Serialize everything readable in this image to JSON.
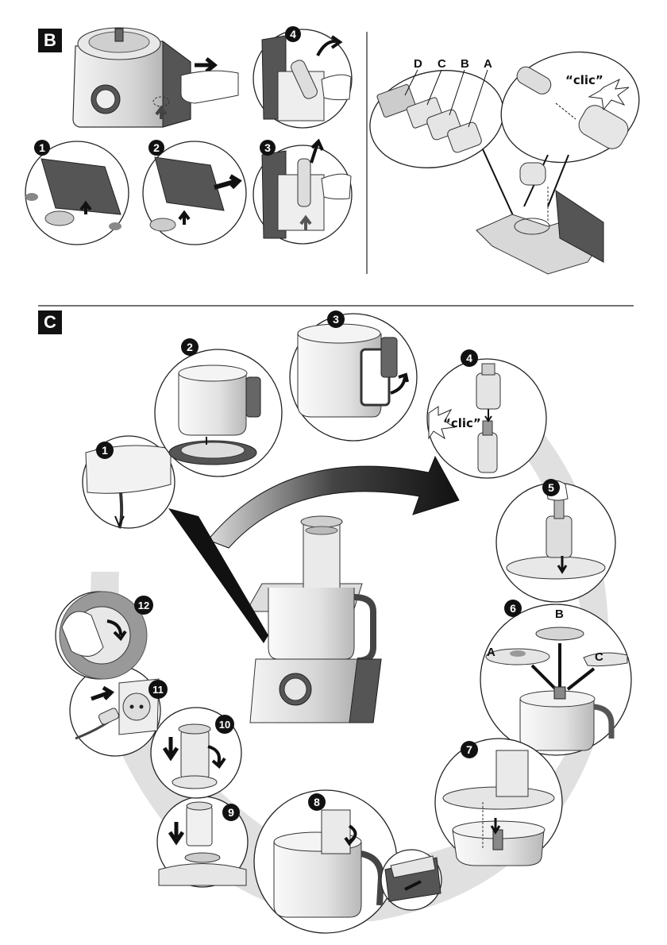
{
  "sections": {
    "b": {
      "label": "B"
    },
    "c": {
      "label": "C"
    }
  },
  "section_b": {
    "steps": [
      "1",
      "2",
      "3",
      "4"
    ],
    "blade_labels": [
      "D",
      "C",
      "B",
      "A"
    ],
    "click_text": "“clic”"
  },
  "section_c": {
    "steps": [
      "1",
      "2",
      "3",
      "4",
      "5",
      "6",
      "7",
      "8",
      "9",
      "10",
      "11",
      "12"
    ],
    "click_text": "“clic”",
    "disc_labels": [
      "A",
      "B",
      "C"
    ]
  },
  "colors": {
    "badge": "#111111",
    "appliance_dark": "#4a4a4a",
    "appliance_light": "#e4e4e4",
    "shadow_band": "#d0d0d0"
  }
}
